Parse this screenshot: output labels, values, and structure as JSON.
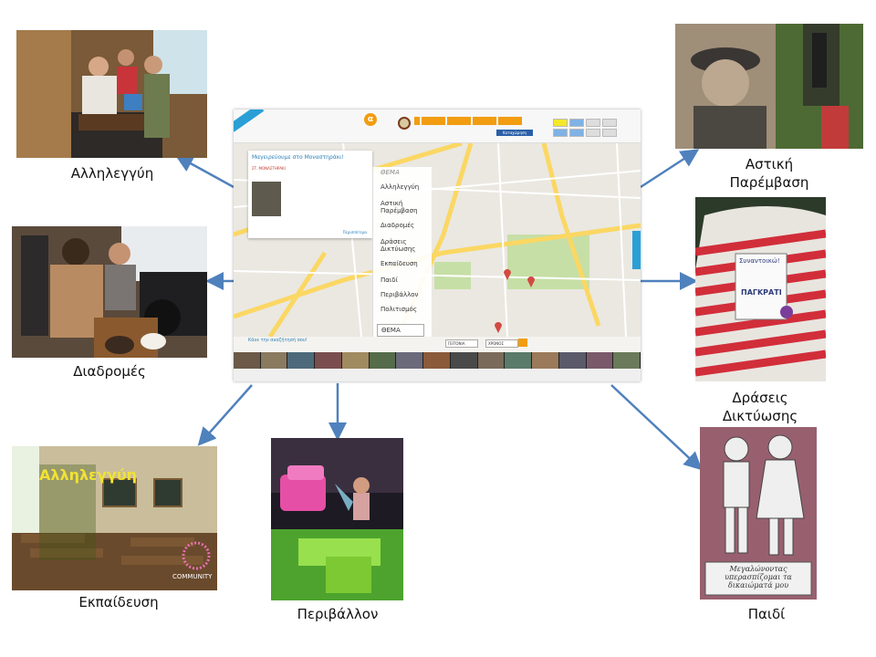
{
  "captions": {
    "allileggyi": "Αλληλεγγύη",
    "astiki": "Αστική\nΠαρέμβαση",
    "diadromes": "Διαδρομές",
    "draseis": "Δράσεις\nΔικτύωσης",
    "ekpaideusi": "Εκπαίδευση",
    "perivallon": "Περιβάλλον",
    "paidi": "Παιδί"
  },
  "photo_text": {
    "poster_title": "Αλληλεγγύη",
    "poster_brand": "COMMUNITY",
    "badge_line1": "Συναντοικώ!",
    "badge_line2": "ΠΑΓΚΡΑΤΙ",
    "child_poster": "Μεγαλώνοντας υπερασπίζομαι τα δικαιώματά μου"
  },
  "screenshot": {
    "popup_title": "Μαγειρεύουμε στο Μοναστηράκι!",
    "popup_sub": "ΣΤ. ΜΟΝΑΣΤΗΡΑΚΙ",
    "popup_more": "Περισσότερα",
    "menu_heading": "ΘΕΜΑ",
    "menu_items": [
      "Αλληλεγγύη",
      "Αστική Παρέμβαση",
      "Διαδρομές",
      "Δράσεις Δικτύωσης",
      "Εκπαίδευση",
      "Παιδί",
      "Περιβάλλον",
      "Πολιτισμός"
    ],
    "menu_select": "ΘΕΜΑ",
    "search_prompt": "Κάνε την αναζήτησή σου!",
    "filter_1": "ΓΕΙΤΟΝΙΑ",
    "filter_2": "ΧΡΟΝΟΣ",
    "login": "Καταχώρηση Δράσης"
  },
  "colors": {
    "arrow": "#4f81bd",
    "accent": "#f29c11",
    "link": "#2a7fb8"
  },
  "icons": [
    "map-pin-icon",
    "search-icon",
    "logo-icon"
  ]
}
